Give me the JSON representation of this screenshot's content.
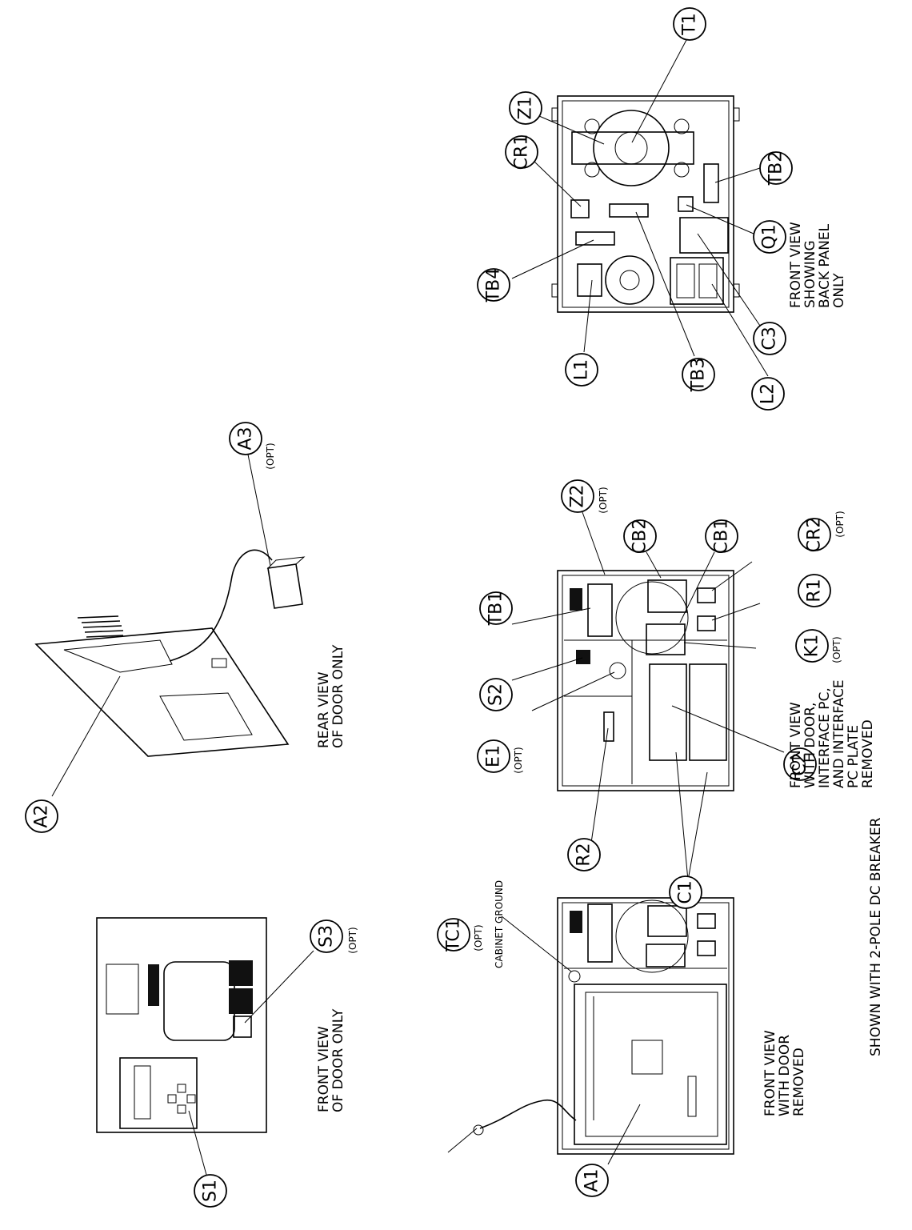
{
  "callouts": {
    "T1": "T1",
    "Z1": "Z1",
    "CR1": "CR1",
    "TB2": "TB2",
    "TB4": "TB4",
    "Q1": "Q1",
    "C3": "C3",
    "L1": "L1",
    "TB3": "TB3",
    "L2": "L2",
    "A3": "A3",
    "A2": "A2",
    "Z2": "Z2",
    "CB2": "CB2",
    "CB1": "CB1",
    "CR2": "CR2",
    "R1": "R1",
    "K1": "K1",
    "TB1": "TB1",
    "S2": "S2",
    "E1": "E1",
    "R2": "R2",
    "C1": "C1",
    "C2": "C2",
    "S3": "S3",
    "S1": "S1",
    "TC1": "TC1",
    "A1": "A1"
  },
  "opt_label": "(OPT)",
  "notes": {
    "back_panel": [
      "FRONT VIEW",
      "SHOWING",
      "BACK PANEL",
      "ONLY"
    ],
    "rear_door": [
      "REAR VIEW",
      "OF DOOR ONLY"
    ],
    "door_interface_removed": [
      "FRONT VIEW",
      "WITH DOOR,",
      "INTERFACE PC,",
      "AND INTERFACE",
      "PC PLATE",
      "REMOVED"
    ],
    "front_door": [
      "FRONT VIEW",
      "OF DOOR ONLY"
    ],
    "door_removed": [
      "FRONT VIEW",
      "WITH DOOR",
      "REMOVED"
    ],
    "cabinet_ground": "CABINET GROUND",
    "breaker": "SHOWN WITH 2-POLE DC BREAKER"
  }
}
